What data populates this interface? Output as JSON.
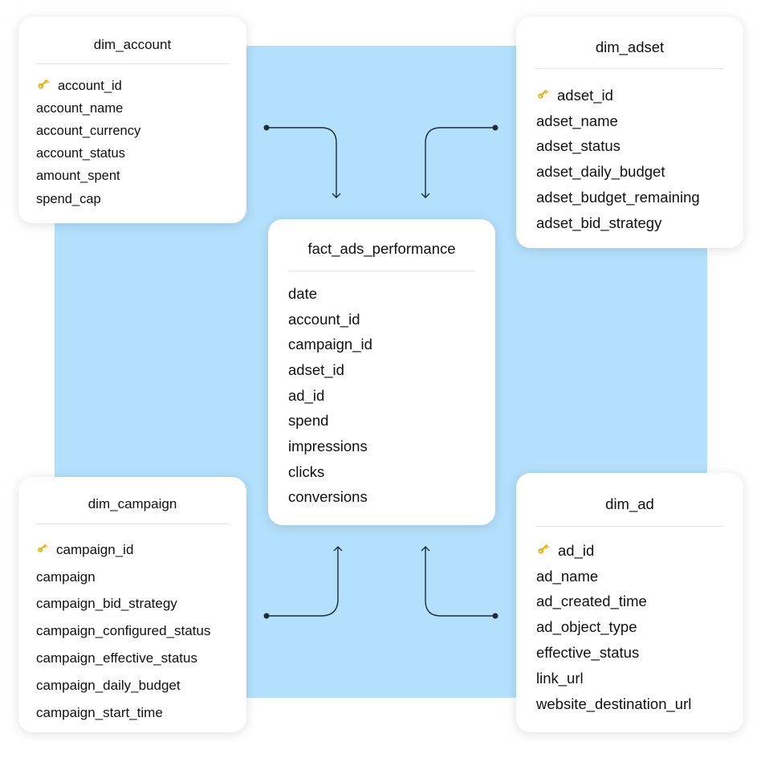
{
  "tables": {
    "dim_account": {
      "title": "dim_account",
      "fields": [
        "account_id",
        "account_name",
        "account_currency",
        "account_status",
        "amount_spent",
        "spend_cap"
      ],
      "primary_key": "account_id"
    },
    "dim_adset": {
      "title": "dim_adset",
      "fields": [
        "adset_id",
        "adset_name",
        "adset_status",
        "adset_daily_budget",
        "adset_budget_remaining",
        "adset_bid_strategy"
      ],
      "primary_key": "adset_id"
    },
    "fact_ads_performance": {
      "title": "fact_ads_performance",
      "fields": [
        "date",
        "account_id",
        "campaign_id",
        "adset_id",
        "ad_id",
        "spend",
        "impressions",
        "clicks",
        "conversions"
      ]
    },
    "dim_campaign": {
      "title": "dim_campaign",
      "fields": [
        "campaign_id",
        "campaign",
        "campaign_bid_strategy",
        "campaign_configured_status",
        "campaign_effective_status",
        "campaign_daily_budget",
        "campaign_start_time"
      ],
      "primary_key": "campaign_id"
    },
    "dim_ad": {
      "title": "dim_ad",
      "fields": [
        "ad_id",
        "ad_name",
        "ad_created_time",
        "ad_object_type",
        "effective_status",
        "link_url",
        "website_destination_url"
      ],
      "primary_key": "ad_id"
    }
  },
  "relationships": [
    {
      "from": "dim_account",
      "to": "fact_ads_performance"
    },
    {
      "from": "dim_adset",
      "to": "fact_ads_performance"
    },
    {
      "from": "dim_campaign",
      "to": "fact_ads_performance"
    },
    {
      "from": "dim_ad",
      "to": "fact_ads_performance"
    }
  ],
  "colors": {
    "background_panel": "#b3e0fc",
    "connector": "#1d2b3a",
    "key_icon": "#e8b31c"
  },
  "icons": {
    "primary_key": "key-icon"
  }
}
